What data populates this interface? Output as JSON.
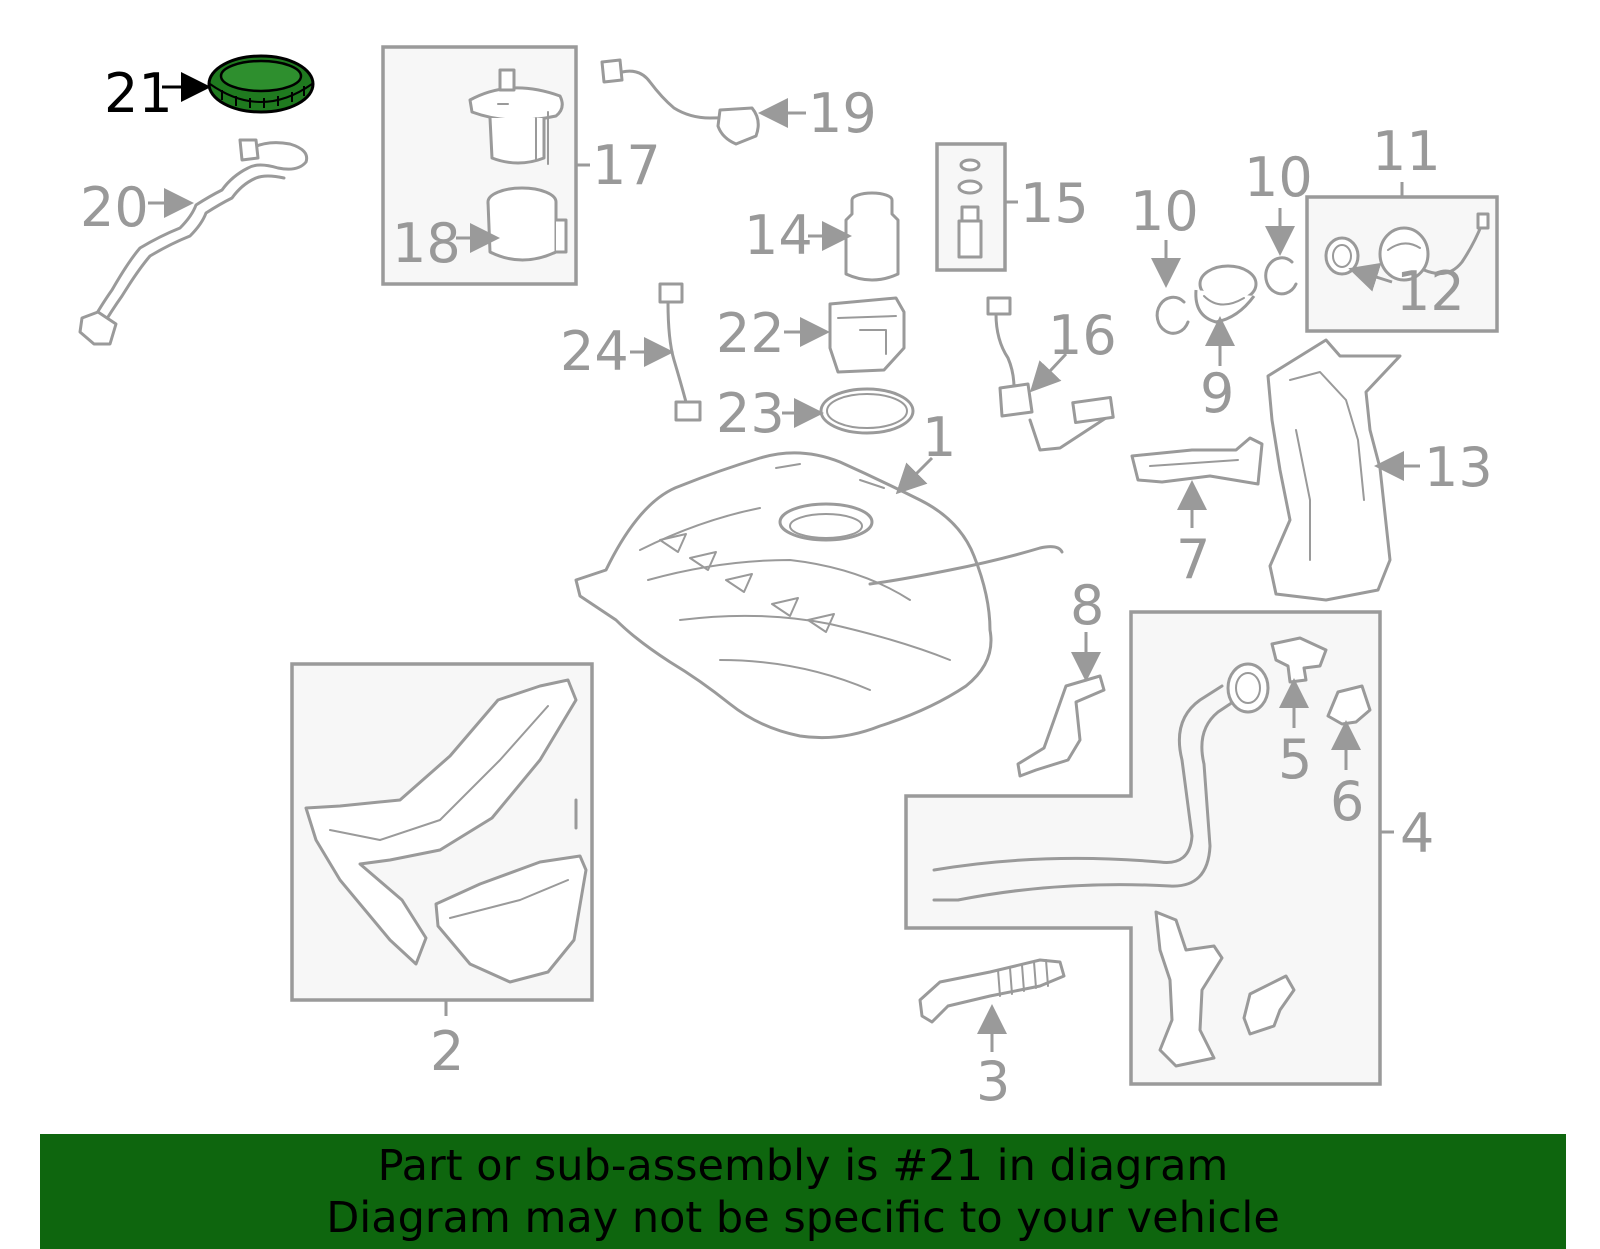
{
  "callouts": {
    "c1": "1",
    "c2": "2",
    "c3": "3",
    "c4": "4",
    "c5": "5",
    "c6": "6",
    "c7": "7",
    "c8": "8",
    "c9": "9",
    "c10a": "10",
    "c10b": "10",
    "c11": "11",
    "c12": "12",
    "c13": "13",
    "c14": "14",
    "c15": "15",
    "c16": "16",
    "c17": "17",
    "c18": "18",
    "c19": "19",
    "c20": "20",
    "c21": "21",
    "c22": "22",
    "c23": "23",
    "c24": "24"
  },
  "highlight": {
    "part": "21",
    "color": "#1f7a1f"
  },
  "banner": {
    "line1": "Part or sub-assembly is #21 in diagram",
    "line2": "Diagram may not be specific to your vehicle",
    "color": "#0e660e"
  }
}
